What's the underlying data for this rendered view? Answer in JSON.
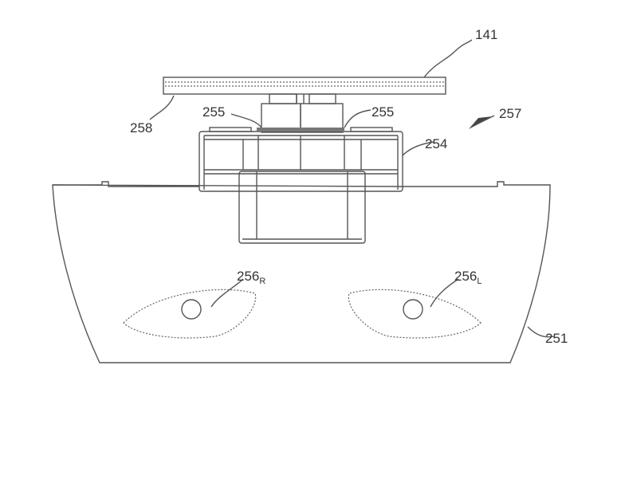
{
  "figure": {
    "labels": {
      "sensor_bar": "141",
      "bar_edge": "258",
      "contact_left": "255",
      "contact_right": "255",
      "assembly": "257",
      "frame": "254",
      "eye_right": {
        "base": "256",
        "sub": "R"
      },
      "eye_left": {
        "base": "256",
        "sub": "L"
      },
      "body": "251"
    }
  }
}
